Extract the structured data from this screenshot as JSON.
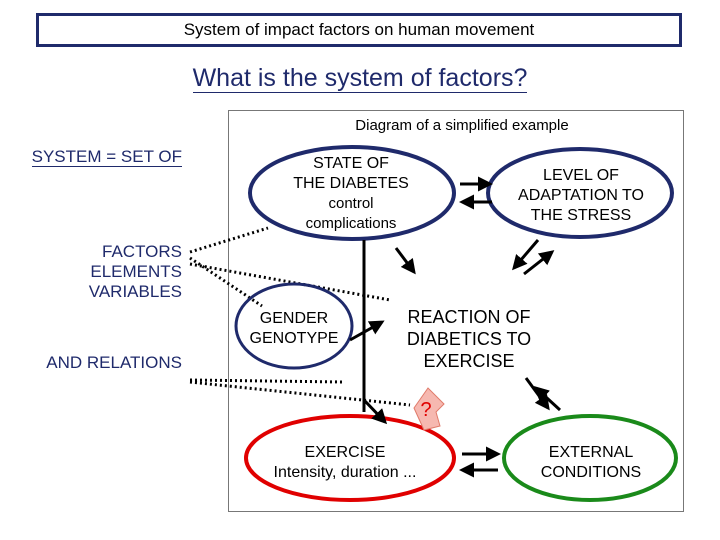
{
  "header": {
    "title": "System of impact factors on human movement"
  },
  "subtitle": "What is the system of factors?",
  "caption": "Diagram of a simplified example",
  "left": {
    "system": "SYSTEM = SET OF",
    "factors": "FACTORS ELEMENTS VARIABLES",
    "relations": "AND RELATIONS"
  },
  "nodes": {
    "state": {
      "line1": "STATE OF",
      "line2": "THE DIABETES",
      "line3": "control",
      "line4": "complications"
    },
    "level": {
      "line1": "LEVEL OF",
      "line2": "ADAPTATION TO",
      "line3": "THE STRESS"
    },
    "gender": {
      "line1": "GENDER",
      "line2": "GENOTYPE"
    },
    "reaction": {
      "line1": "REACTION OF",
      "line2": "DIABETICS TO",
      "line3": "EXERCISE"
    },
    "exercise": {
      "line1": "EXERCISE",
      "line2": "Intensity, duration ..."
    },
    "external": {
      "line1": "EXTERNAL",
      "line2": "CONDITIONS"
    }
  },
  "question_mark": "?",
  "colors": {
    "navy": "#1f2a6b",
    "red": "#e00000",
    "green": "#1a8a1a"
  }
}
